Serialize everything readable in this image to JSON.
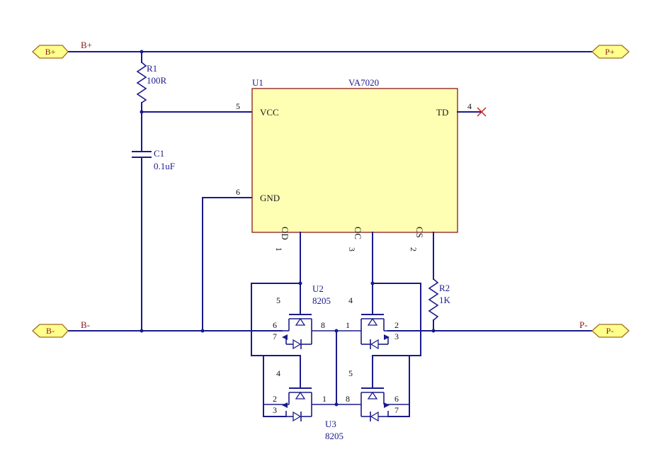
{
  "nets": {
    "b_plus": "B+",
    "b_minus": "B-",
    "p_plus": "P+",
    "p_minus": "P-"
  },
  "ports": {
    "b_plus": "B+",
    "b_minus": "B-",
    "p_plus": "P+",
    "p_minus": "P-"
  },
  "components": {
    "r1": {
      "ref": "R1",
      "value": "100R"
    },
    "c1": {
      "ref": "C1",
      "value": "0.1uF"
    },
    "r2": {
      "ref": "R2",
      "value": "1K"
    },
    "u1": {
      "ref": "U1",
      "value": "VA7020",
      "pins": {
        "vcc": "VCC",
        "gnd": "GND",
        "td": "TD",
        "od": "OD",
        "oc": "OC",
        "cs": "CS"
      },
      "pin_numbers": {
        "vcc": "5",
        "gnd": "6",
        "td": "4",
        "od": "1",
        "oc": "3",
        "cs": "2"
      }
    },
    "u2": {
      "ref": "U2",
      "value": "8205",
      "pins": {
        "g1": "5",
        "s1a": "6",
        "s1b": "7",
        "d1": "8",
        "g2": "4",
        "d2": "1",
        "s2a": "2",
        "s2b": "3"
      }
    },
    "u3": {
      "ref": "U3",
      "value": "8205",
      "pins": {
        "g1": "4",
        "s1a": "2",
        "s1b": "3",
        "d1": "1",
        "g2": "5",
        "d2": "8",
        "s2a": "6",
        "s2b": "7"
      }
    }
  },
  "colors": {
    "wire": "#1a1a8c",
    "net_label": "#8b1a1a",
    "ic_fill": "#ffffb4",
    "port_fill": "#ffff8c"
  }
}
